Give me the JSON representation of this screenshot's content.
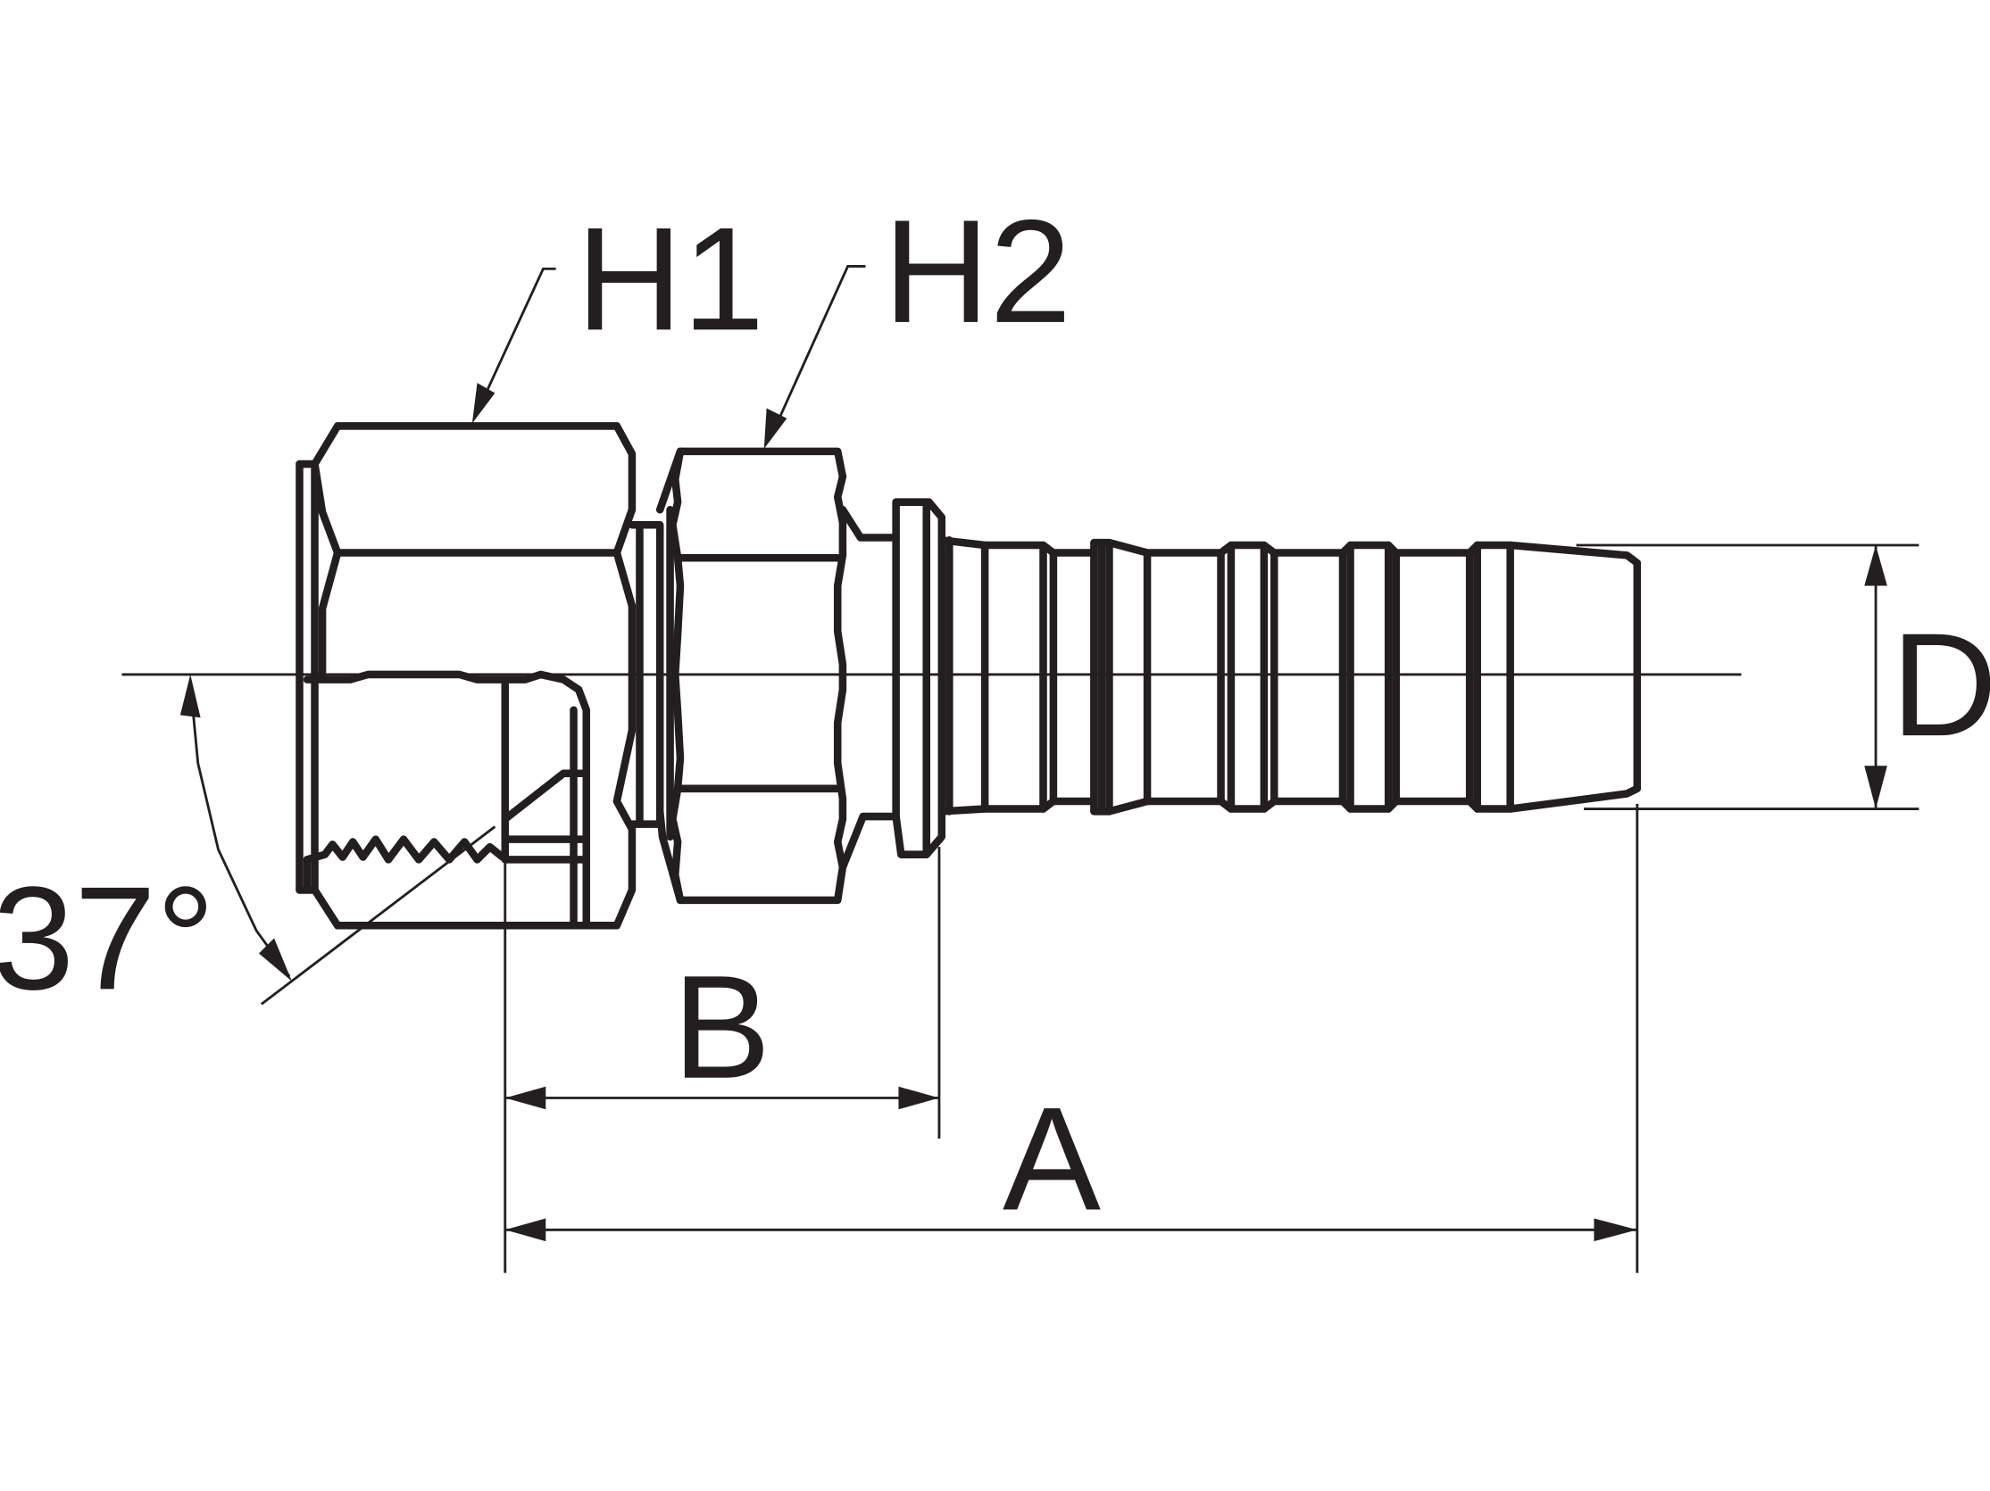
{
  "labels": {
    "h1": "H1",
    "h2": "H2",
    "angle": "37°",
    "b": "B",
    "a": "A",
    "d": "D"
  }
}
